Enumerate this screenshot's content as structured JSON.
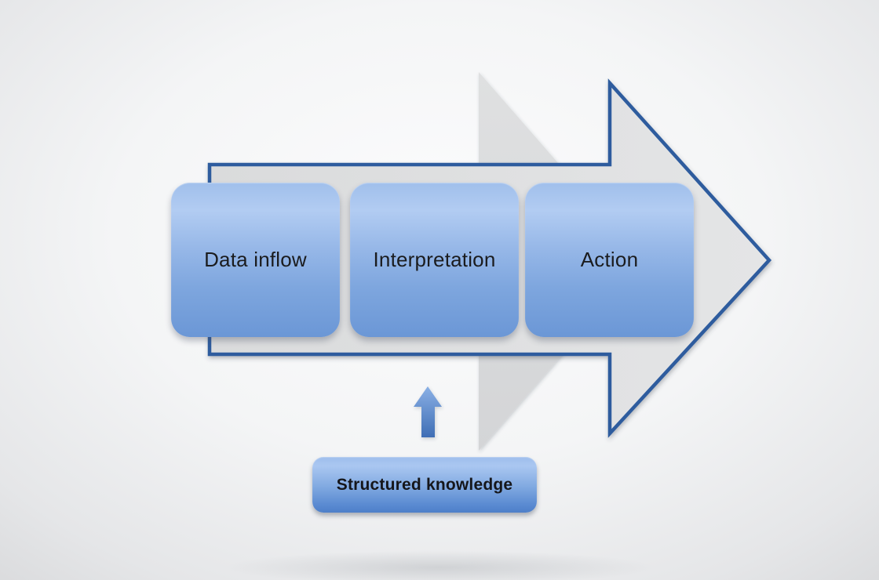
{
  "diagram": {
    "title_hint": "data-to-action process flow",
    "process_steps": [
      {
        "label": "Data inflow"
      },
      {
        "label": "Interpretation"
      },
      {
        "label": "Action"
      }
    ],
    "input_label": "Structured knowledge"
  },
  "colors": {
    "arrow_outline": "#2e5c9e",
    "arrow_fill_light": "#e4e5e6",
    "arrow_fill_dark": "#dadbdc",
    "shadow_arrow_fill_top": "#dfe0e1",
    "shadow_arrow_fill_bottom": "#d4d5d7",
    "box_gradient_top": "#a6c3ee",
    "box_gradient_bottom": "#6d98d6",
    "small_arrow_top": "#8ab0e5",
    "small_arrow_bottom": "#3f6eb5",
    "label_text": "#1b1c1e",
    "background_center": "#fcfcfd",
    "background_edge": "#d5d6d8"
  }
}
